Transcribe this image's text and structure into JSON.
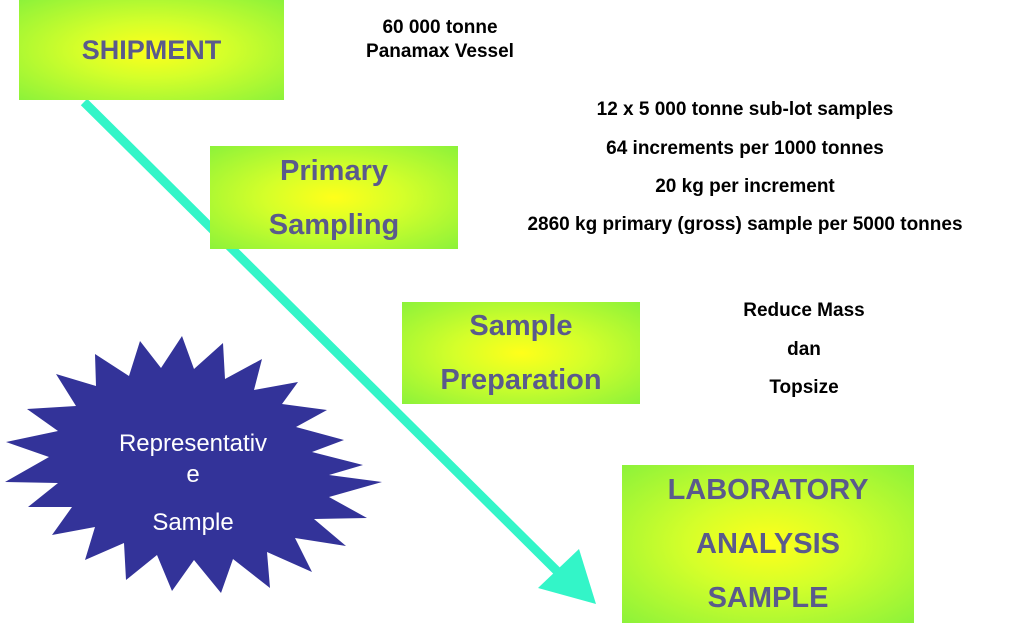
{
  "shipment": {
    "label": "SHIPMENT"
  },
  "shipment_info": {
    "line1": "60 000 tonne",
    "line2": "Panamax Vessel"
  },
  "primary_sampling": {
    "line1": "Primary",
    "line2": "Sampling"
  },
  "primary_info": [
    "12 x 5 000 tonne sub-lot samples",
    "64 increments per 1000 tonnes",
    "20 kg per increment",
    "2860 kg primary (gross) sample per 5000 tonnes"
  ],
  "sample_preparation": {
    "line1": "Sample",
    "line2": "Preparation"
  },
  "preparation_info": [
    "Reduce Mass",
    "dan",
    "Topsize"
  ],
  "lab_sample": {
    "line1": "LABORATORY",
    "line2": "ANALYSIS",
    "line3": "SAMPLE"
  },
  "burst": {
    "line1": "Representativ",
    "line2": "e",
    "line3": "Sample"
  },
  "colors": {
    "box_text": "#5a5a8c",
    "arrow": "#33f5c8",
    "burst_fill": "#333399",
    "box_center": "#ffff1a",
    "box_edge": "#8cf23a"
  }
}
